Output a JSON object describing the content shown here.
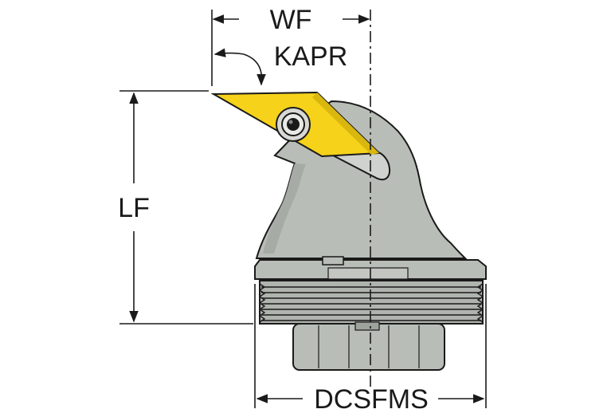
{
  "labels": {
    "wf": "WF",
    "kapr": "KAPR",
    "lf": "LF",
    "dcsfms": "DCSFMS"
  },
  "colors": {
    "body": "#b9bdb7",
    "body_shadow": "#9ea39c",
    "insert": "#f6d21a",
    "outline": "#1a1a1a",
    "dimension": "#1a1a1a"
  },
  "icons": {
    "screw": "torx-screw-icon"
  }
}
